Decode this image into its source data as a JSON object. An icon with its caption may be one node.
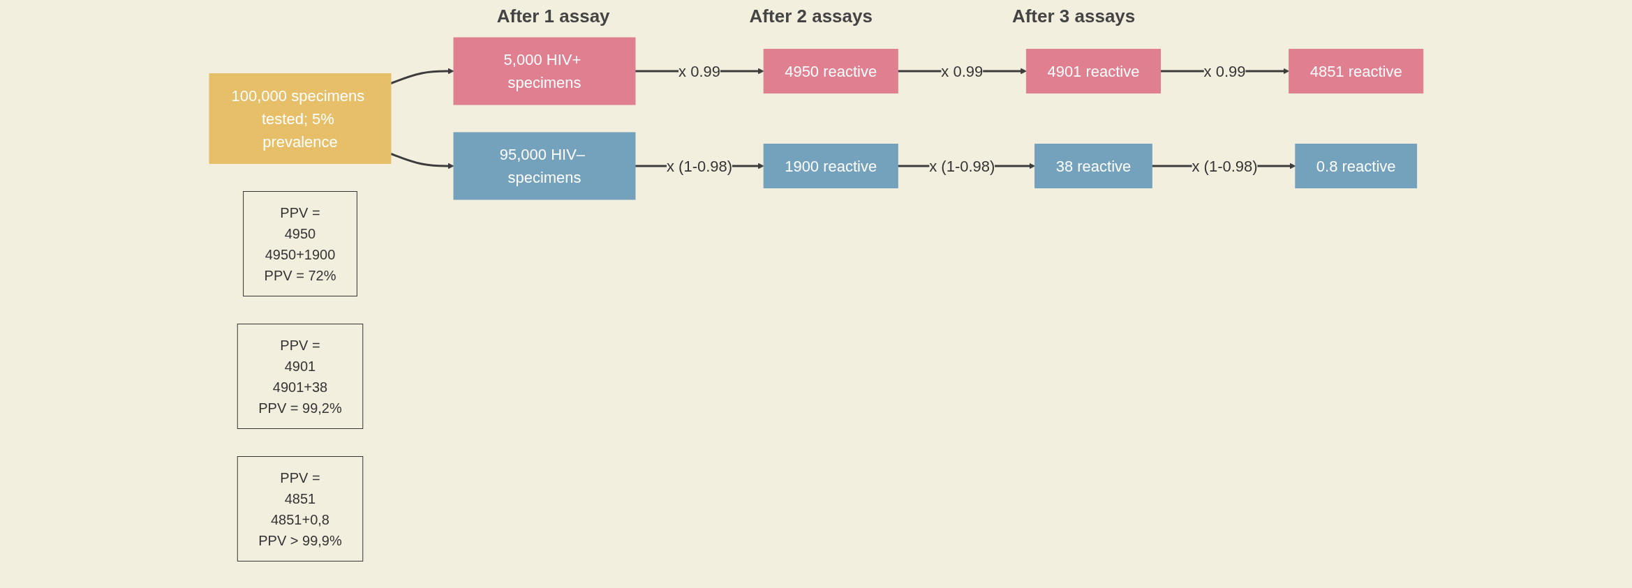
{
  "diagram": {
    "nodes": [
      {
        "text": [
          "100,000 specimens tested; 5% prevalence"
        ]
      },
      {
        "text": [
          "5,000 HIV+ specimens"
        ]
      },
      {
        "text": [
          "4950 reactive"
        ]
      },
      {
        "text": [
          "4901 reactive"
        ]
      },
      {
        "text": [
          "4851 reactive"
        ]
      },
      {
        "text": [
          "95,000 HIV– specimens"
        ]
      },
      {
        "text": [
          "1900 reactive"
        ]
      },
      {
        "text": [
          "38 reactive"
        ]
      },
      {
        "text": [
          "0.8 reactive"
        ]
      },
      {
        "text": [
          "PPV =",
          "4950",
          "4950+1900",
          "PPV = 72%"
        ]
      },
      {
        "text": [
          "PPV =",
          "4901",
          "4901+38",
          "PPV = 99,2%"
        ]
      },
      {
        "text": [
          "PPV =",
          "4851",
          "4851+0,8",
          "PPV > 99,9%"
        ]
      }
    ],
    "edges": [
      {
        "from": 0,
        "to": 1,
        "arrow": "to"
      },
      {
        "from": 0,
        "to": 5,
        "arrow": "to"
      },
      {
        "from": 1,
        "to": 2,
        "arrow": "to",
        "label": "x 0.99"
      },
      {
        "from": 2,
        "to": 3,
        "arrow": "to",
        "label": "x 0.99"
      },
      {
        "from": 3,
        "to": 4,
        "arrow": "to",
        "label": "x 0.99"
      },
      {
        "from": 5,
        "to": 6,
        "arrow": "to",
        "label": "x (1-0.98)"
      },
      {
        "from": 6,
        "to": 7,
        "arrow": "to",
        "label": "x (1-0.98)"
      },
      {
        "from": 7,
        "to": 8,
        "arrow": "to",
        "label": "x (1-0.98)"
      }
    ],
    "labels": [
      "After 1 assay",
      "After 2 assays",
      "After 3 assays"
    ]
  }
}
